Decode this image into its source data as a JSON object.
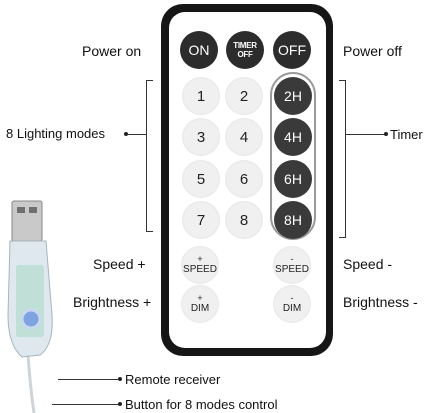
{
  "labels": {
    "power_on": "Power on",
    "power_off": "Power off",
    "lighting_modes": "8 Lighting modes",
    "timer": "Timer",
    "speed_plus": "Speed +",
    "speed_minus": "Speed -",
    "brightness_plus": "Brightness +",
    "brightness_minus": "Brightness -",
    "remote_receiver": "Remote receiver",
    "modes_button": "Button for 8 modes control"
  },
  "remote": {
    "on": "ON",
    "timer_off": "TIMER OFF",
    "off": "OFF",
    "modes": [
      "1",
      "2",
      "3",
      "4",
      "5",
      "6",
      "7",
      "8"
    ],
    "timers": [
      "2H",
      "4H",
      "6H",
      "8H"
    ],
    "speed_up_symbol": "+",
    "speed_up": "SPEED",
    "speed_down_symbol": "-",
    "speed_down": "SPEED",
    "dim_up_symbol": "+",
    "dim_up": "DIM",
    "dim_down_symbol": "-",
    "dim_down": "DIM"
  }
}
